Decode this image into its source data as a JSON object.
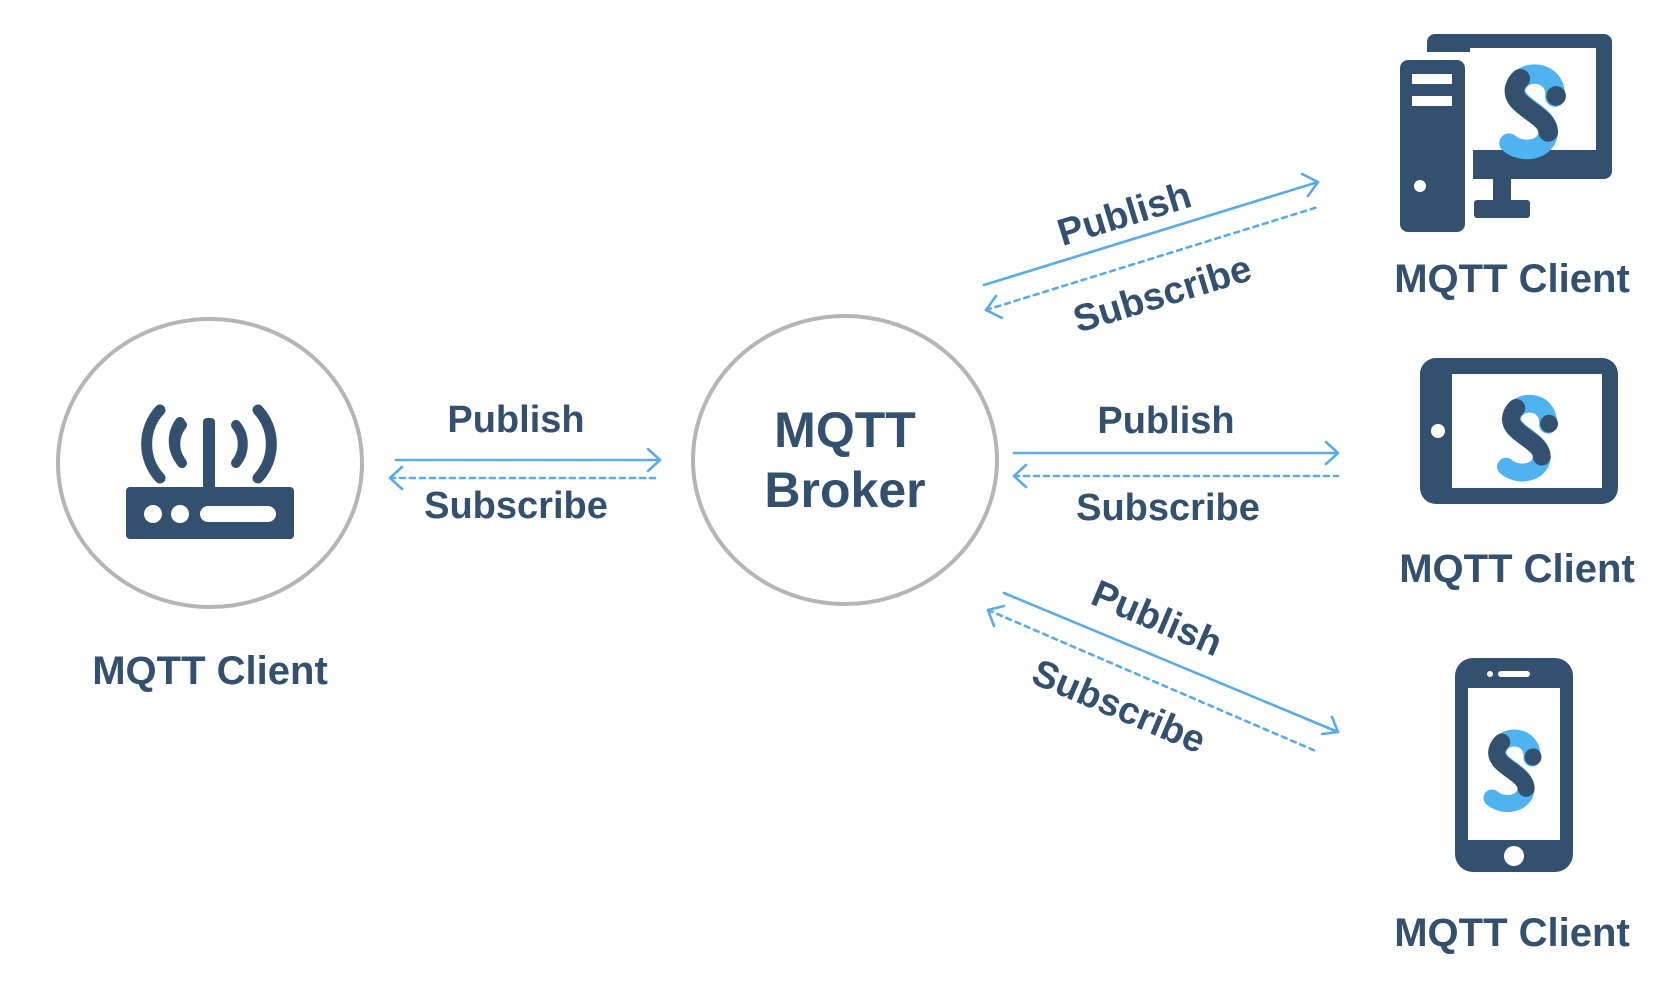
{
  "broker": {
    "line1": "MQTT",
    "line2": "Broker"
  },
  "clients": {
    "router": {
      "label": "MQTT Client",
      "icon": "router-icon"
    },
    "desktop": {
      "label": "MQTT Client",
      "icon": "desktop-computer-icon"
    },
    "tablet": {
      "label": "MQTT Client",
      "icon": "tablet-icon"
    },
    "phone": {
      "label": "MQTT Client",
      "icon": "smartphone-icon"
    }
  },
  "links": {
    "router": {
      "publish": "Publish",
      "subscribe": "Subscribe"
    },
    "desktop": {
      "publish": "Publish",
      "subscribe": "Subscribe"
    },
    "tablet": {
      "publish": "Publish",
      "subscribe": "Subscribe"
    },
    "phone": {
      "publish": "Publish",
      "subscribe": "Subscribe"
    }
  },
  "colors": {
    "text": "#34506f",
    "arrow": "#5aaae6",
    "circle": "#b5b5b5",
    "icon_dark": "#34506f",
    "icon_accent": "#4fb3f0"
  }
}
